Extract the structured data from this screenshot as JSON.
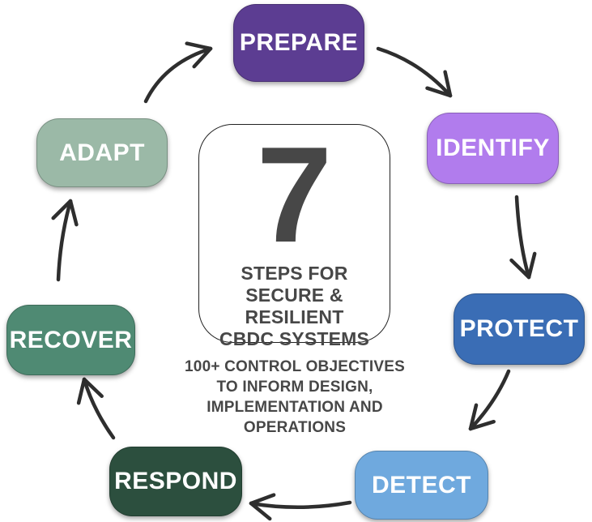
{
  "center": {
    "big_number": "7",
    "title_lines": [
      "STEPS FOR",
      "SECURE & RESILIENT",
      "CBDC SYSTEMS"
    ]
  },
  "caption": {
    "lines": [
      "100+ CONTROL OBJECTIVES",
      "TO INFORM DESIGN,",
      "IMPLEMENTATION AND",
      "OPERATIONS"
    ]
  },
  "steps": [
    {
      "id": "prepare",
      "label": "PREPARE",
      "color": "#5C3D92"
    },
    {
      "id": "identify",
      "label": "IDENTIFY",
      "color": "#B17CED"
    },
    {
      "id": "protect",
      "label": "PROTECT",
      "color": "#3A6DB5"
    },
    {
      "id": "detect",
      "label": "DETECT",
      "color": "#6FA9DE"
    },
    {
      "id": "respond",
      "label": "RESPOND",
      "color": "#2C4F3E"
    },
    {
      "id": "recover",
      "label": "RECOVER",
      "color": "#4F8A73"
    },
    {
      "id": "adapt",
      "label": "ADAPT",
      "color": "#9BB9A7"
    }
  ],
  "colors": {
    "background": "#FFFFFF",
    "arrow": "#2E2E2E",
    "center_text": "#474747",
    "center_border": "#222222",
    "step_text": "#FFFFFF"
  }
}
